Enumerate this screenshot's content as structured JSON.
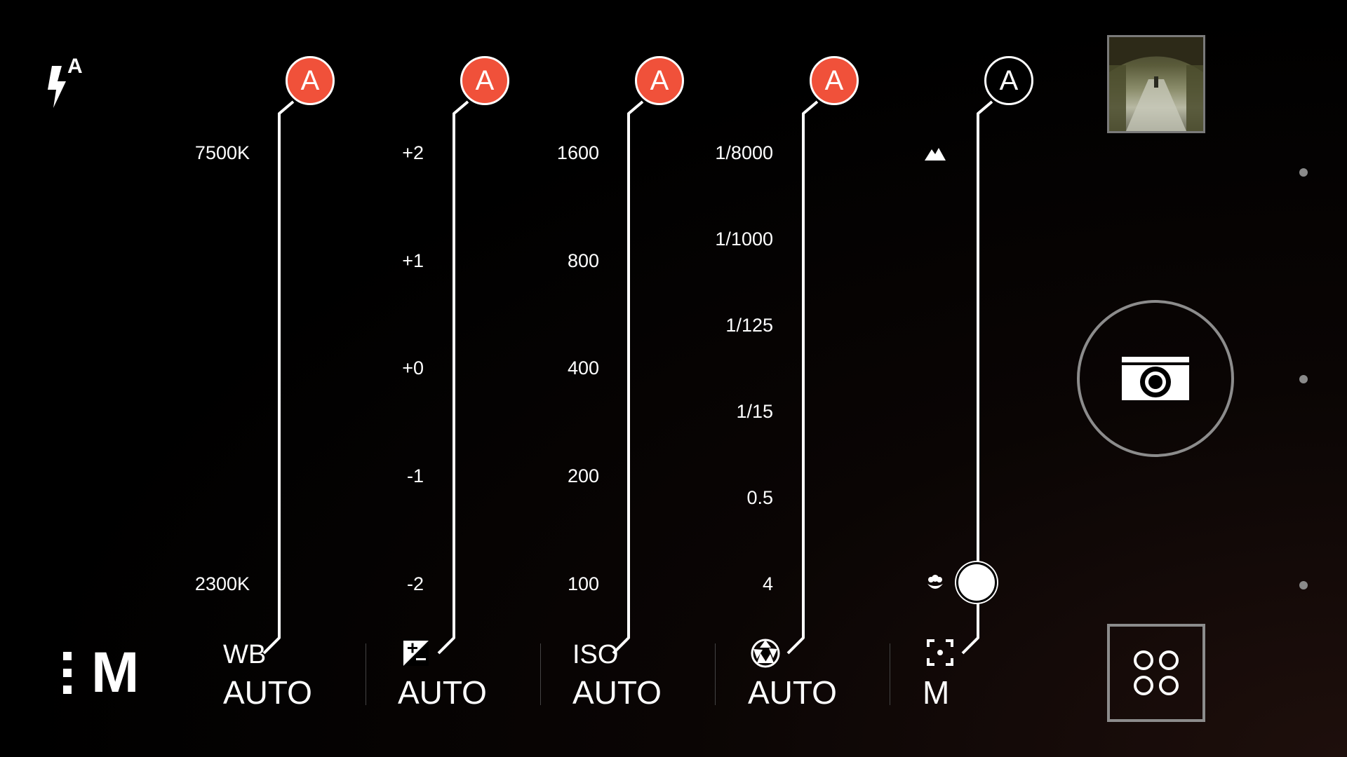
{
  "colors": {
    "accent": "#f0513a",
    "foreground": "#ffffff",
    "background": "#000000"
  },
  "flash": {
    "icon": "flash-auto-icon",
    "mode_glyph": "A"
  },
  "mode": {
    "menu_icon": "vertical-dots-icon",
    "label": "M"
  },
  "sliders": {
    "wb": {
      "badge": "A",
      "auto": true,
      "ticks": [
        "7500K",
        "2300K"
      ],
      "label": "WB",
      "value": "AUTO"
    },
    "ev": {
      "badge": "A",
      "auto": true,
      "ticks": [
        "+2",
        "+1",
        "+0",
        "-1",
        "-2"
      ],
      "icon": "exposure-compensation-icon",
      "value": "AUTO"
    },
    "iso": {
      "badge": "A",
      "auto": true,
      "ticks": [
        "1600",
        "800",
        "400",
        "200",
        "100"
      ],
      "label": "ISO",
      "value": "AUTO"
    },
    "shutter": {
      "badge": "A",
      "auto": true,
      "ticks": [
        "1/8000",
        "1/1000",
        "1/125",
        "1/15",
        "0.5",
        "4"
      ],
      "icon": "aperture-icon",
      "value": "AUTO"
    },
    "focus": {
      "badge": "A",
      "auto": false,
      "far_icon": "mountain-icon",
      "near_icon": "macro-flower-icon",
      "icon": "focus-frame-icon",
      "value": "M",
      "level": 0
    }
  },
  "right_panel": {
    "thumbnail_icon": "gallery-thumbnail",
    "shutter_icon": "camera-icon",
    "apps_icon": "four-circles-icon"
  }
}
